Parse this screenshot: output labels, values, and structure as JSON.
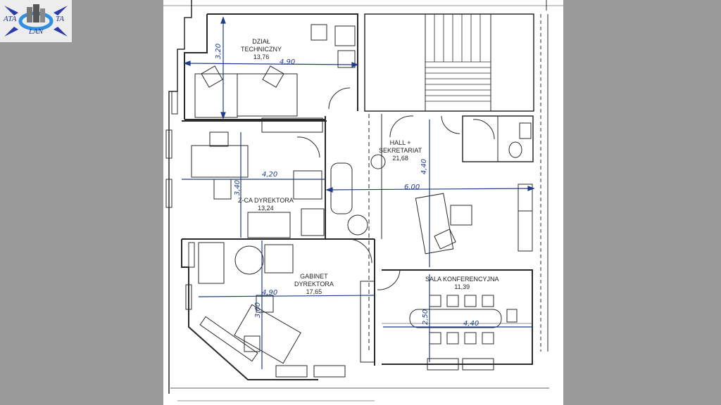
{
  "logo": {
    "text_top_left": "ATA",
    "text_top_right": "TA",
    "text_bottom": "LAN",
    "colors": {
      "arrows": "#2b3aa8",
      "ring": "#2f8fe0",
      "text": "#1d2f9c"
    }
  },
  "rooms": {
    "dzial_techniczny": {
      "name_line1": "DZIAŁ",
      "name_line2": "TECHNICZNY",
      "area": "13,76"
    },
    "hall_sekretariat": {
      "name_line1": "HALL +",
      "name_line2": "SEKRETARIAT",
      "area": "21,68"
    },
    "zca_dyrektora": {
      "name": "Z-CA DYREKTORA",
      "area": "13,24"
    },
    "gabinet_dyrektora": {
      "name_line1": "GABINET",
      "name_line2": "DYREKTORA",
      "area": "17,65"
    },
    "sala_konferencyjna": {
      "name": "SALA KONFERENCYJNA",
      "area": "11,39"
    }
  },
  "dimensions": {
    "techniczny_height": "3,20",
    "techniczny_width": "4,90",
    "zca_width": "4,20",
    "zca_height": "3,40",
    "hall_width": "6,00",
    "hall_height": "4,40",
    "gabinet_width": "4,90",
    "gabinet_height": "3,60",
    "sala_height": "2,50",
    "sala_width": "4,40"
  },
  "colors": {
    "background": "#9a9a9a",
    "paper": "#ffffff",
    "walls": "#2a2a2a",
    "dimension_lines": "#1f3c88"
  }
}
